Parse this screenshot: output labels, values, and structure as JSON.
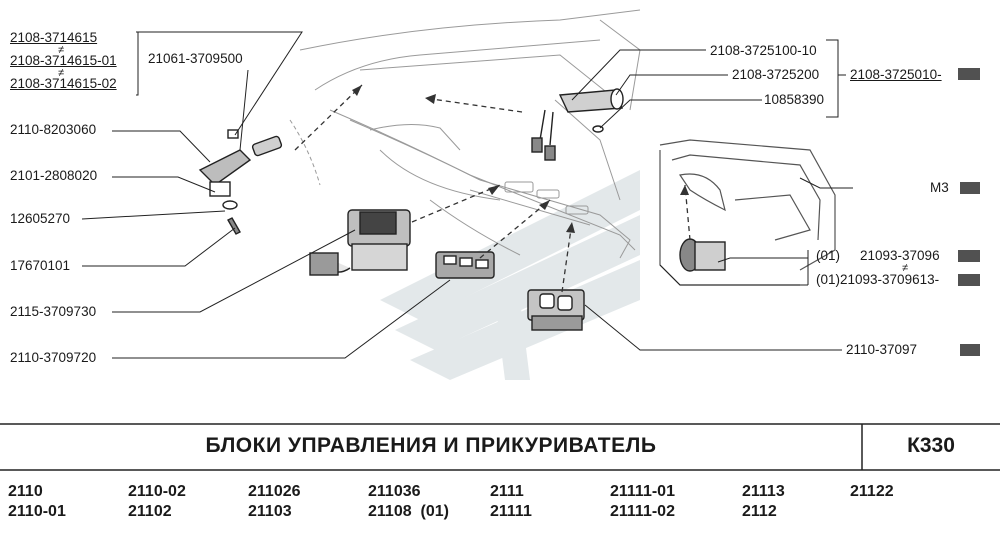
{
  "parts": {
    "p_3714615": "2108-3714615",
    "neq_1": "≠",
    "p_3714615_01": "2108-3714615-01",
    "neq_2": "≠",
    "p_3714615_02": "2108-3714615-02",
    "p_3709500": "21061-3709500",
    "p_8203060": "2110-8203060",
    "p_2808020": "2101-2808020",
    "p_12605270": "12605270",
    "p_17670101": "17670101",
    "p_3709730": "2115-3709730",
    "p_3709720": "2110-3709720",
    "p_3725100_10": "2108-3725100-10",
    "p_3725200": "2108-3725200",
    "p_10858390": "10858390",
    "p_3725010": "2108-3725010-",
    "p_m3": "M3",
    "p_37096_a_prefix": "(01)",
    "p_37096_a": "21093-37096",
    "neq_3": "≠",
    "p_37096_b": "(01)21093-3709613-",
    "p_37097": "2110-37097"
  },
  "footer": {
    "title": "БЛОКИ УПРАВЛЕНИЯ И ПРИКУРИВАТЕЛЬ",
    "code": "К330",
    "models": [
      [
        "2110",
        "2110-01"
      ],
      [
        "2110-02",
        "21102"
      ],
      [
        "211026",
        "21103"
      ],
      [
        "211036",
        "21108  (01)"
      ],
      [
        "2111",
        "21111"
      ],
      [
        "21111-01",
        "21111-02"
      ],
      [
        "21113",
        "2112"
      ],
      [
        "21122",
        ""
      ]
    ]
  }
}
